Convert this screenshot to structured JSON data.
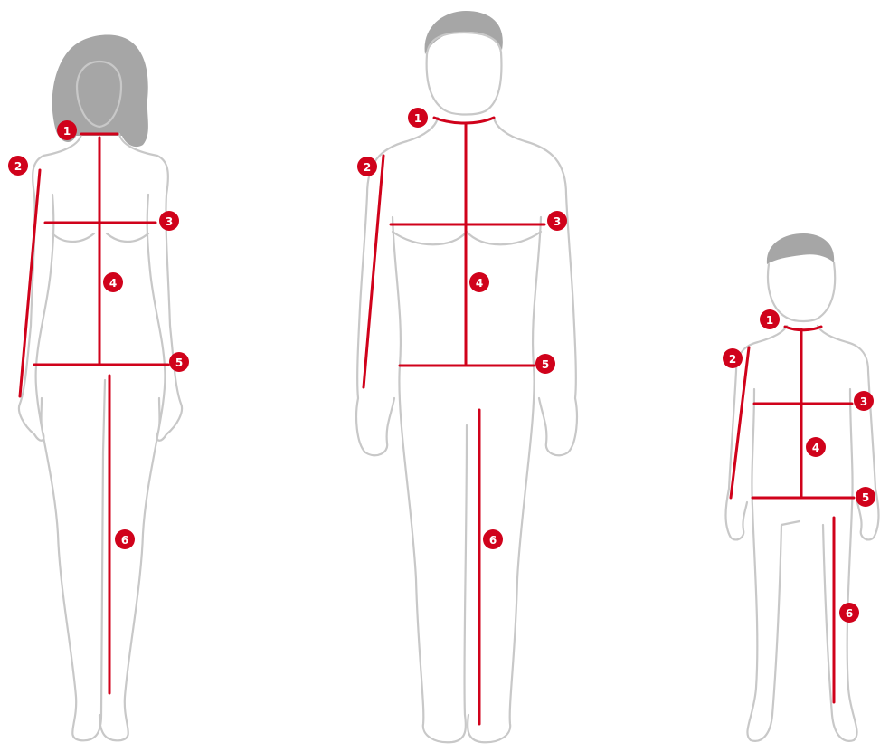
{
  "colors": {
    "accent": "#d0021b",
    "outline": "#c8c8c8",
    "hair": "#a6a6a6"
  },
  "figures": [
    {
      "name": "woman",
      "badges": [
        "1",
        "2",
        "3",
        "4",
        "5",
        "6"
      ]
    },
    {
      "name": "man",
      "badges": [
        "1",
        "2",
        "3",
        "4",
        "5",
        "6"
      ]
    },
    {
      "name": "child",
      "badges": [
        "1",
        "2",
        "3",
        "4",
        "5",
        "6"
      ]
    }
  ]
}
